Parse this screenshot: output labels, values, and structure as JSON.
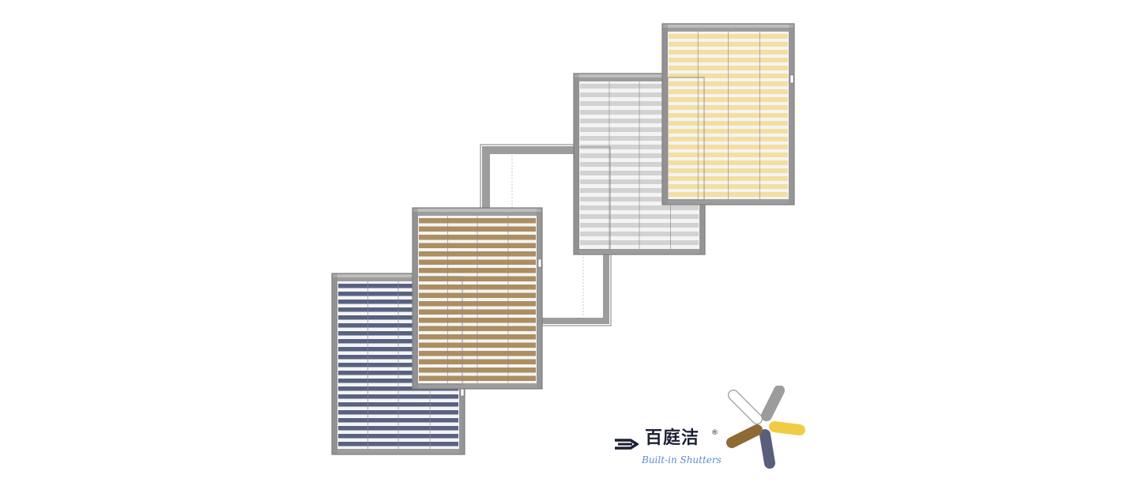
{
  "colors": {
    "frame": "#9d9d9d",
    "frame_dark": "#7e7e7e",
    "frame_light": "#bdbdbd",
    "glass": "#f4f4f4",
    "slat_navy": "#5a6283",
    "slat_brown": "#a58454",
    "slat_gray": "#d2d2d2",
    "slat_yellow": "#f3dfa1",
    "brand_text": "#1d2033",
    "brand_tagline": "#5b8fc8"
  },
  "windows": [
    {
      "name": "navy-shutter-window",
      "slat_color_key": "slat_navy"
    },
    {
      "name": "brown-shutter-window",
      "slat_color_key": "slat_brown"
    },
    {
      "name": "empty-glass-frame",
      "slat_color_key": null
    },
    {
      "name": "gray-shutter-window",
      "slat_color_key": "slat_gray"
    },
    {
      "name": "yellow-shutter-window",
      "slat_color_key": "slat_yellow"
    }
  ],
  "logo": {
    "name_cn": "百庭洁",
    "registered": "®",
    "tagline": "Built-in Shutters",
    "petal_icons": [
      "white-petal",
      "gray-petal",
      "yellow-petal",
      "navy-petal",
      "brown-petal"
    ]
  }
}
